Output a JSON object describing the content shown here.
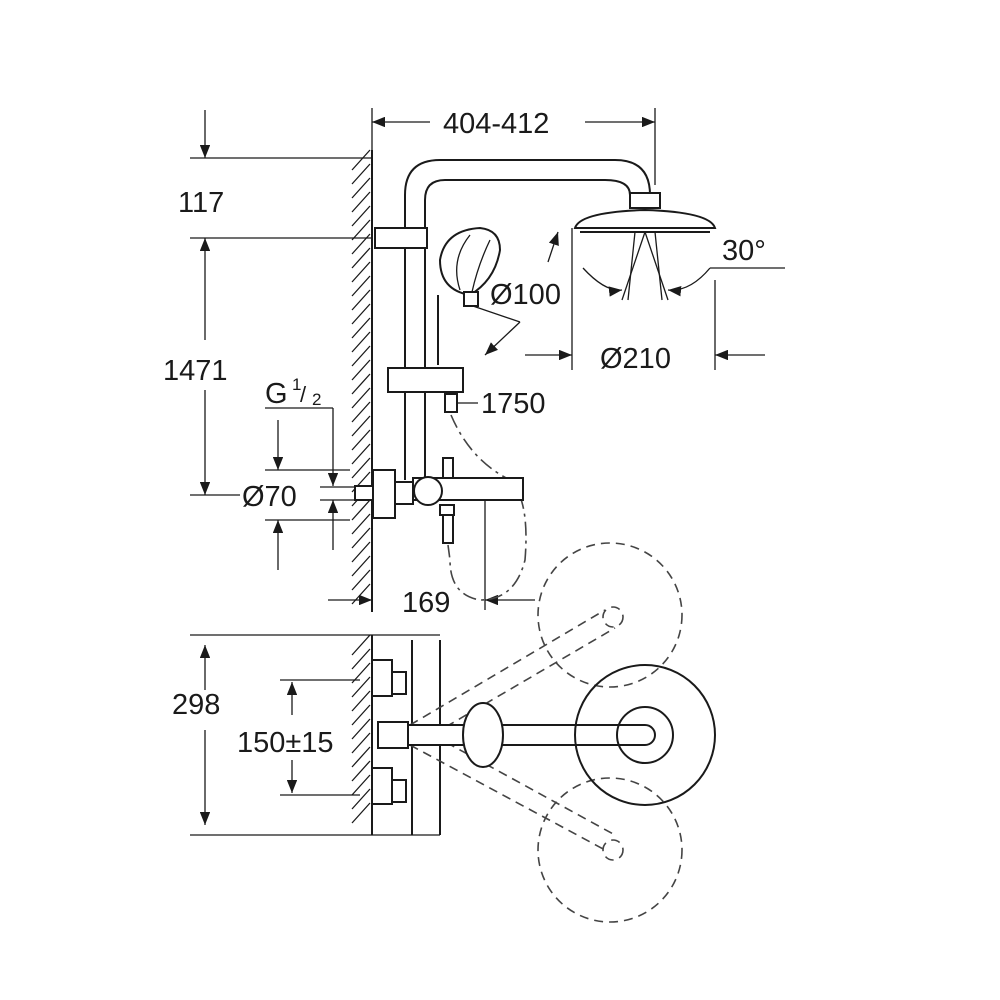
{
  "drawing": {
    "dimensions": {
      "arm_reach": "404-412",
      "top_offset": "117",
      "height_to_outlet": "1471",
      "thread": "G",
      "thread_sup": "1",
      "thread_sub": "2",
      "rosette_dia": "Ø70",
      "hand_shower_dia": "Ø100",
      "head_shower_dia": "Ø210",
      "tilt_angle": "30°",
      "hose_length": "1750",
      "spout_projection": "169",
      "plan_depth": "298",
      "inlet_centers": "150±15"
    }
  }
}
